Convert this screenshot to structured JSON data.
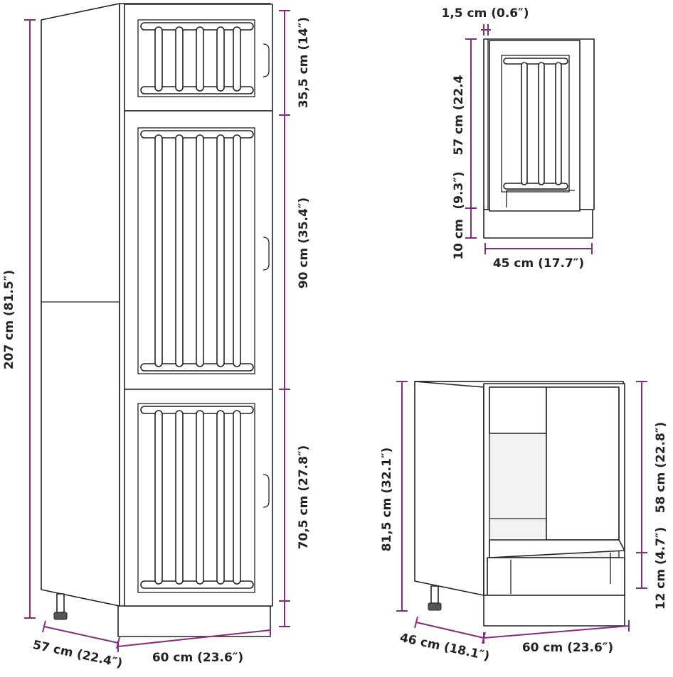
{
  "colors": {
    "dimension_line": "#8a2a7c",
    "outline": "#222222",
    "background": "#ffffff"
  },
  "tall_cabinet": {
    "height_total": "207 cm (81.5″)",
    "top_door_height": "35,5 cm (14″)",
    "middle_door_height": "90 cm (35.4″)",
    "bottom_door_height": "70,5 cm (27.8″)",
    "depth": "57 cm (22.4″)",
    "width": "60 cm (23.6″)"
  },
  "wall_cabinet": {
    "thickness": "1,5 cm (0.6″)",
    "door_height": "57 cm (22.4",
    "base_height_inch": "(9.3″)",
    "base_height": "10 cm",
    "width": "45 cm (17.7″)"
  },
  "oven_cabinet": {
    "height_total": "81,5 cm (32.1″)",
    "opening_height": "58 cm (22.8″)",
    "drawer_height": "12 cm (4.7″)",
    "depth": "46 cm (18.1″)",
    "width": "60 cm (23.6″)"
  }
}
